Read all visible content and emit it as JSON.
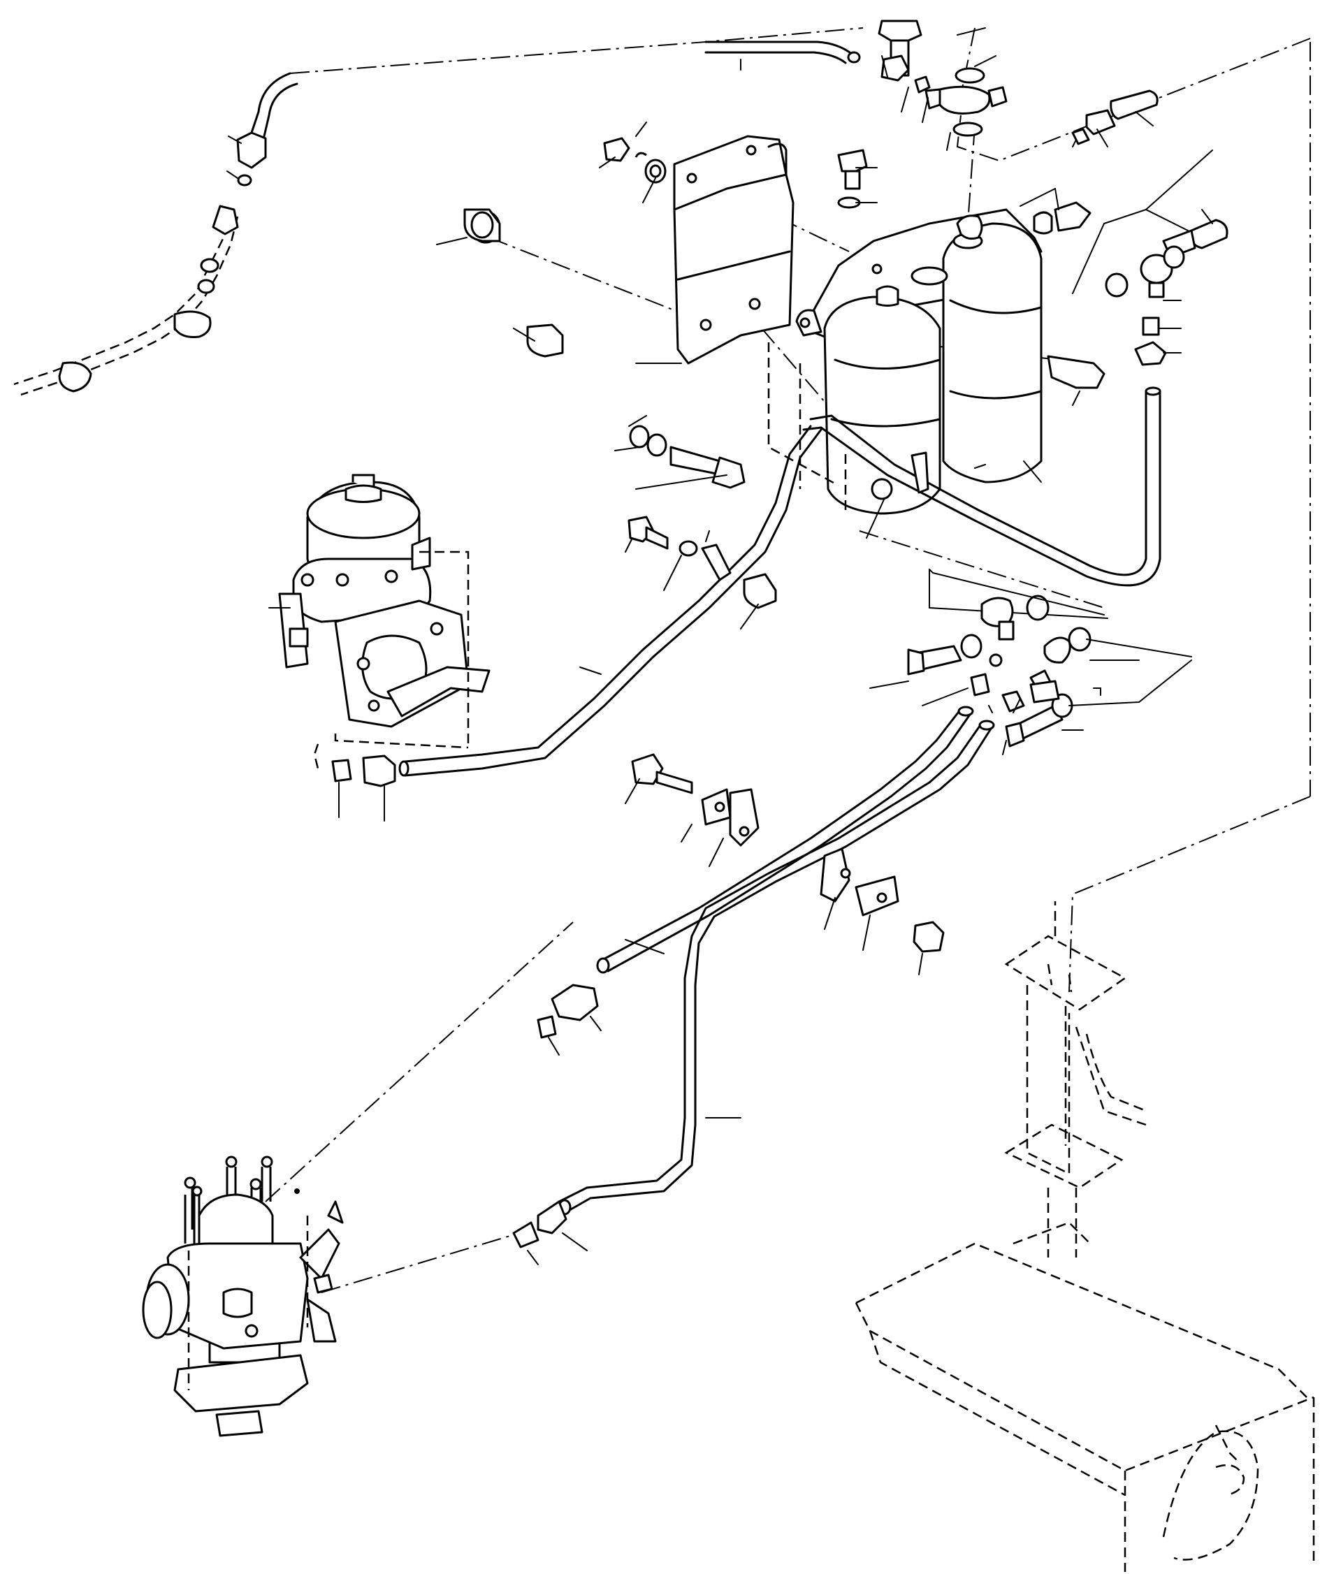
{
  "diagram": {
    "type": "exploded-parts-diagram",
    "parts": [
      "fuel-filter-assembly",
      "filter-mounting-bracket",
      "fuel-lift-pump",
      "fuel-injection-pump",
      "fuel-tank",
      "fuel-pipes",
      "banjo-unions",
      "banjo-bolts",
      "sealing-washers",
      "pipe-clips",
      "bolts",
      "nuts",
      "spacers"
    ],
    "leader_line_count": 62
  }
}
